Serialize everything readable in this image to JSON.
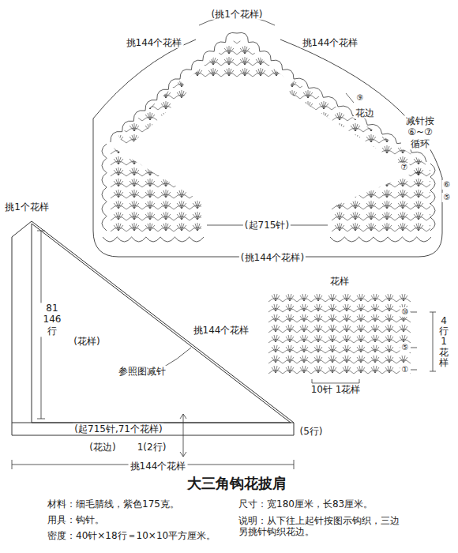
{
  "diagram": {
    "title": "大三角钩花披肩",
    "nodes": [
      {
        "text": [
          "(花样)"
        ]
      },
      {
        "text": [
          "花样"
        ]
      }
    ],
    "labels": [
      "(挑1个花样)",
      "挑144个花样",
      "挑144个花样",
      "花边",
      "减针按 ⑥~⑦ 循环",
      "⑨",
      "⑦",
      "⑥",
      "⑤",
      "(起715针)",
      "(挑144个花样)",
      "挑1个花样",
      "81 146 行",
      "挑144个花样",
      "参照图减针",
      "(起715针,71个花样)",
      "(5行)",
      "(花边)",
      "1(2行)",
      "挑144个花样",
      "10针 1花样",
      "4行1花样",
      "⑩",
      "⑤",
      "①",
      "材料：细毛腈线，紫色175克。",
      "用具：钩针。",
      "密度：40针×18行＝10×10平方厘米。",
      "尺寸：宽180厘米，长83厘米。",
      "说明：从下往上起针按图示钩织，三边另挑针钩织花边。"
    ]
  }
}
